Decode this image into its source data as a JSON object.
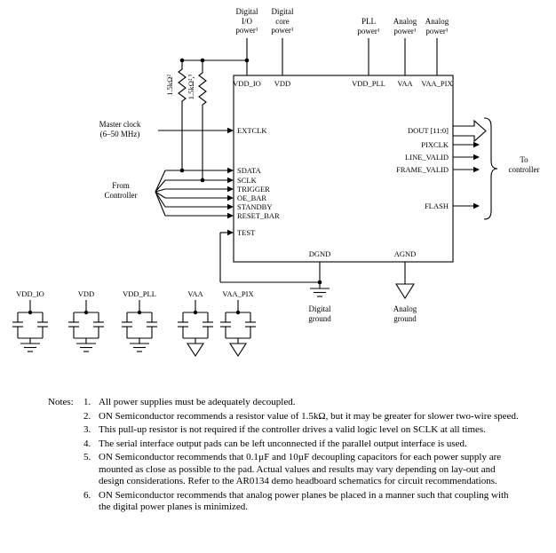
{
  "diagram": {
    "top_power_labels": [
      "Digital\nI/O\npower¹",
      "Digital\ncore\npower¹",
      "PLL\npower¹",
      "Analog\npower¹",
      "Analog\npower¹"
    ],
    "chip": {
      "top_pins": [
        "VDD_IO",
        "VDD",
        "VDD_PLL",
        "VAA",
        "VAA_PIX"
      ],
      "left_pins": [
        "EXTCLK",
        "SDATA",
        "SCLK",
        "TRIGGER",
        "OE_BAR",
        "STANDBY",
        "RESET_BAR",
        "TEST"
      ],
      "right_pins": [
        "DOUT [11:0]",
        "PIXCLK",
        "LINE_VALID",
        "FRAME_VALID",
        "FLASH"
      ],
      "bottom_pins": [
        "DGND",
        "AGND"
      ]
    },
    "resistors": {
      "left": "1.5kΩ²",
      "right": "1.5kΩ²,³"
    },
    "master_clock_label": "Master clock\n(6–50 MHz)",
    "from_controller_label": "From\nController",
    "to_controller_label": "To\ncontroller",
    "digital_ground_label": "Digital\nground",
    "analog_ground_label": "Analog\nground",
    "decoupling_rails": [
      "VDD_IO",
      "VDD",
      "VDD_PLL",
      "VAA",
      "VAA_PIX"
    ]
  },
  "notes": {
    "heading": "Notes:",
    "items": [
      {
        "num": "1.",
        "text": "All power supplies must be adequately decoupled."
      },
      {
        "num": "2.",
        "text": "ON Semiconductor recommends a resistor value of 1.5kΩ, but it may be greater for slower two-wire speed."
      },
      {
        "num": "3.",
        "text": "This pull-up resistor is not required if the controller drives a valid logic level on SCLK at all times."
      },
      {
        "num": "4.",
        "text": "The serial interface output pads can be left unconnected if the parallel output interface is used."
      },
      {
        "num": "5.",
        "text": "ON Semiconductor recommends that 0.1µF and 10µF decoupling capacitors for each power supply are mounted as close as possible to the pad. Actual values and results may vary depending on lay-out and design considerations. Refer to the AR0134 demo headboard schematics for circuit recommendations."
      },
      {
        "num": "6.",
        "text": "ON Semiconductor recommends that analog power planes be placed in a manner such that coupling with the digital power planes is minimized."
      }
    ]
  }
}
